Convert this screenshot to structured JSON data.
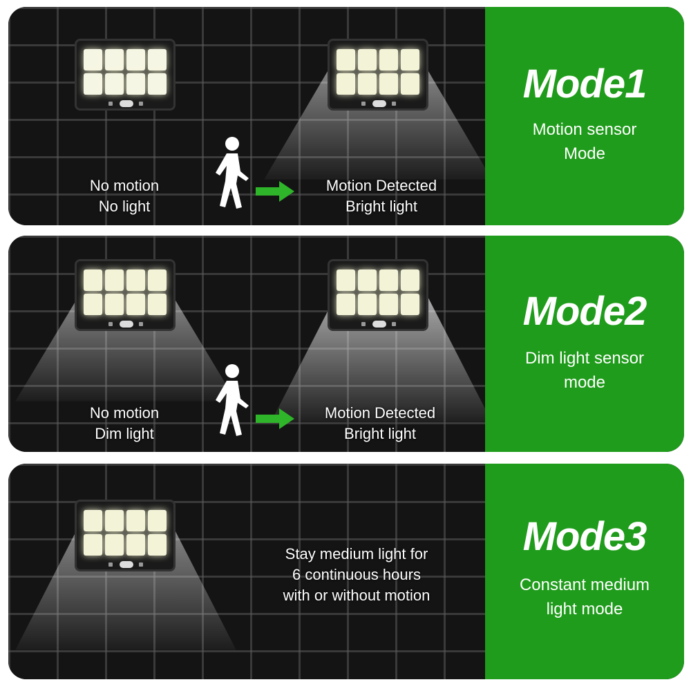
{
  "modes": [
    {
      "title": "Mode1",
      "desc_line1": "Motion sensor",
      "desc_line2": "Mode",
      "left_line1": "No motion",
      "left_line2": "No light",
      "right_line1": "Motion Detected",
      "right_line2": "Bright light"
    },
    {
      "title": "Mode2",
      "desc_line1": "Dim light sensor",
      "desc_line2": "mode",
      "left_line1": "No motion",
      "left_line2": "Dim light",
      "right_line1": "Motion Detected",
      "right_line2": "Bright light"
    },
    {
      "title": "Mode3",
      "desc_line1": "Constant medium",
      "desc_line2": "light mode",
      "text_line1": "Stay medium light for",
      "text_line2": "6 continuous hours",
      "text_line3": "with or without motion"
    }
  ],
  "colors": {
    "accent_green": "#1f9c1b",
    "arrow_green": "#2fb52a",
    "wall": "#141414"
  },
  "icons": [
    "walking-person-icon",
    "arrow-right-icon",
    "solar-lamp-icon"
  ]
}
